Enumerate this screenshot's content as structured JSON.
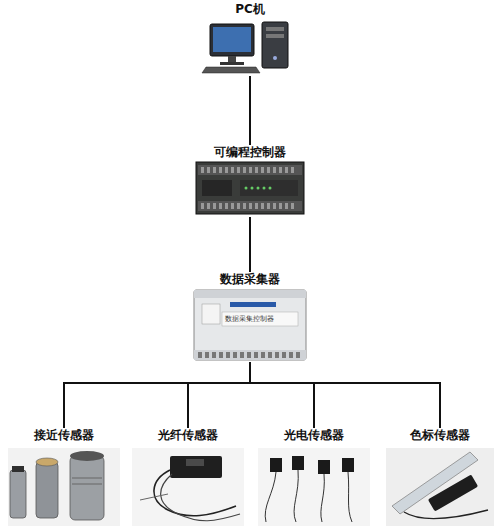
{
  "diagram": {
    "nodes": [
      {
        "text": [
          "PC机"
        ]
      },
      {
        "text": [
          "可编程控制器"
        ]
      },
      {
        "text": [
          "数据采集器"
        ]
      },
      {
        "text": [
          "接近传感器"
        ]
      },
      {
        "text": [
          "光纤传感器"
        ]
      },
      {
        "text": [
          "光电传感器"
        ]
      },
      {
        "text": [
          "色标传感器"
        ]
      }
    ],
    "edges": [
      {
        "from": 0,
        "to": 1,
        "arrow": "none"
      },
      {
        "from": 1,
        "to": 2,
        "arrow": "none"
      },
      {
        "from": 2,
        "to": 3,
        "arrow": "none"
      },
      {
        "from": 2,
        "to": 4,
        "arrow": "none"
      },
      {
        "from": 2,
        "to": 5,
        "arrow": "none"
      },
      {
        "from": 2,
        "to": 6,
        "arrow": "none"
      }
    ],
    "labels": [
      "数据采集控制器"
    ]
  }
}
